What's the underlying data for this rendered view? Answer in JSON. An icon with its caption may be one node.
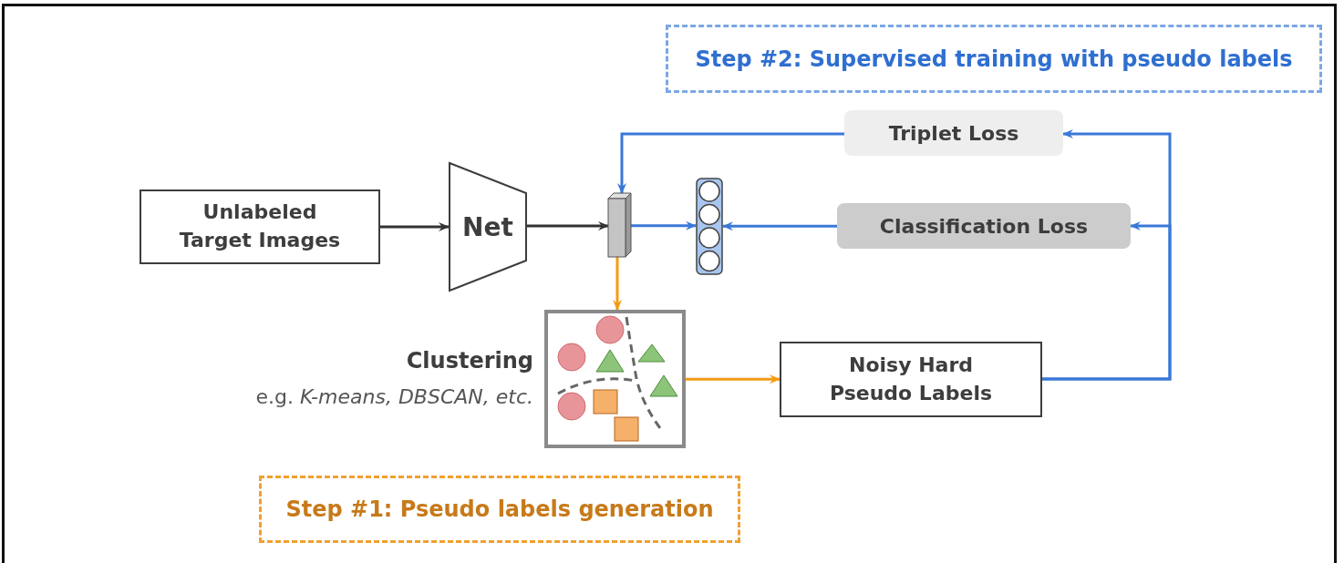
{
  "diagram": {
    "nodes": [
      {
        "text": [
          "Step #2: Supervised training with pseudo labels"
        ]
      },
      {
        "text": [
          "Unlabeled Target Images"
        ]
      },
      {
        "text": [
          "Net"
        ]
      },
      {
        "text": [],
        "shape": "box"
      },
      {
        "text": [],
        "shape": "picture"
      },
      {
        "text": [
          "Triplet Loss"
        ]
      },
      {
        "text": [
          "Classification Loss"
        ]
      },
      {
        "text": [],
        "shape": "picture",
        "beside": [
          "Clustering",
          "e.g. *K-means, DBSCAN, etc.*"
        ]
      },
      {
        "text": [
          "Noisy Hard Pseudo Labels"
        ]
      },
      {
        "text": [
          "Step #1: Pseudo labels generation"
        ]
      }
    ],
    "edges": [
      {
        "from": 1,
        "to": 2,
        "arrow": "to",
        "color": "#333333"
      },
      {
        "from": 2,
        "to": 3,
        "arrow": "to",
        "color": "#333333"
      },
      {
        "from": 3,
        "to": 4,
        "arrow": "to"
      },
      {
        "from": 6,
        "to": 4,
        "arrow": "to"
      },
      {
        "from": 5,
        "to": 3,
        "arrow": "to"
      },
      {
        "from": 3,
        "to": 7,
        "arrow": "to",
        "color": "#f39c12"
      },
      {
        "from": 7,
        "to": 8,
        "arrow": "to",
        "color": "#f39c12"
      },
      {
        "from": 8,
        "to": 5,
        "arrow": "to"
      },
      {
        "from": 8,
        "to": 6,
        "arrow": "to"
      }
    ]
  }
}
